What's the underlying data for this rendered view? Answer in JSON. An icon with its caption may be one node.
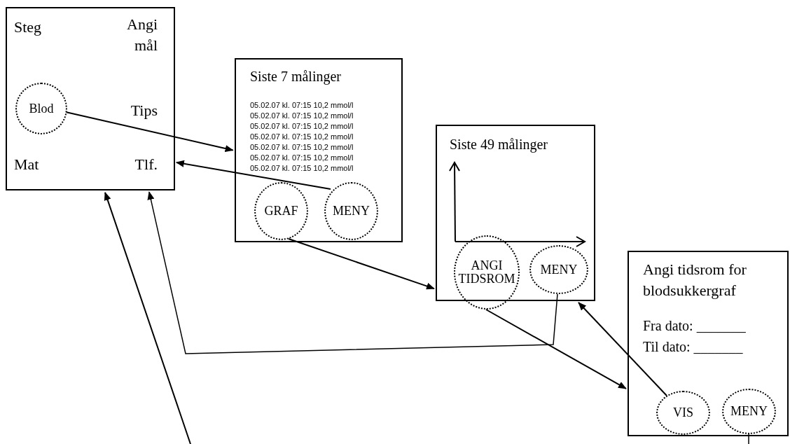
{
  "diagram": {
    "nodes": [
      {
        "text": [
          "Steg",
          "Angi mål",
          "Tips",
          "Mat",
          "Tlf."
        ]
      },
      {
        "text": [
          "Blod"
        ],
        "in": 0
      },
      {
        "text": [
          "Siste 7 målinger",
          "05.02.07 kl. 07:15 10,2 mmol/l",
          "05.02.07 kl. 07:15 10,2 mmol/l",
          "05.02.07 kl. 07:15 10,2 mmol/l",
          "05.02.07 kl. 07:15 10,2 mmol/l",
          "05.02.07 kl. 07:15 10,2 mmol/l",
          "05.02.07 kl. 07:15 10,2 mmol/l",
          "05.02.07 kl. 07:15 10,2 mmol/l"
        ]
      },
      {
        "text": [
          "GRAF"
        ],
        "in": 2
      },
      {
        "text": [
          "MENY"
        ],
        "in": 2
      },
      {
        "text": [
          "Siste 49 målinger"
        ]
      },
      {
        "text": [
          "ANGI TIDSROM"
        ],
        "in": 5
      },
      {
        "text": [
          "MENY"
        ],
        "in": 5
      },
      {
        "text": [
          "Angi tidsrom for blodsukkergraf",
          "Fra dato: _______",
          "Til dato: _______"
        ]
      },
      {
        "text": [
          "VIS"
        ],
        "in": 8
      },
      {
        "text": [
          "MENY"
        ],
        "in": 8
      }
    ],
    "edges": [
      {
        "from": 1,
        "to": 2,
        "arrow": "to"
      },
      {
        "from": 4,
        "to": 0,
        "arrow": "to"
      },
      {
        "from": 3,
        "to": 5,
        "arrow": "to"
      },
      {
        "from": 7,
        "to": 0,
        "arrow": "to"
      },
      {
        "from": 6,
        "to": 8,
        "arrow": "to"
      },
      {
        "from": 9,
        "to": 5,
        "arrow": "to"
      },
      {
        "from": 10,
        "to": null,
        "arrow": "none"
      },
      {
        "from": null,
        "to": 0,
        "arrow": "to"
      }
    ]
  }
}
